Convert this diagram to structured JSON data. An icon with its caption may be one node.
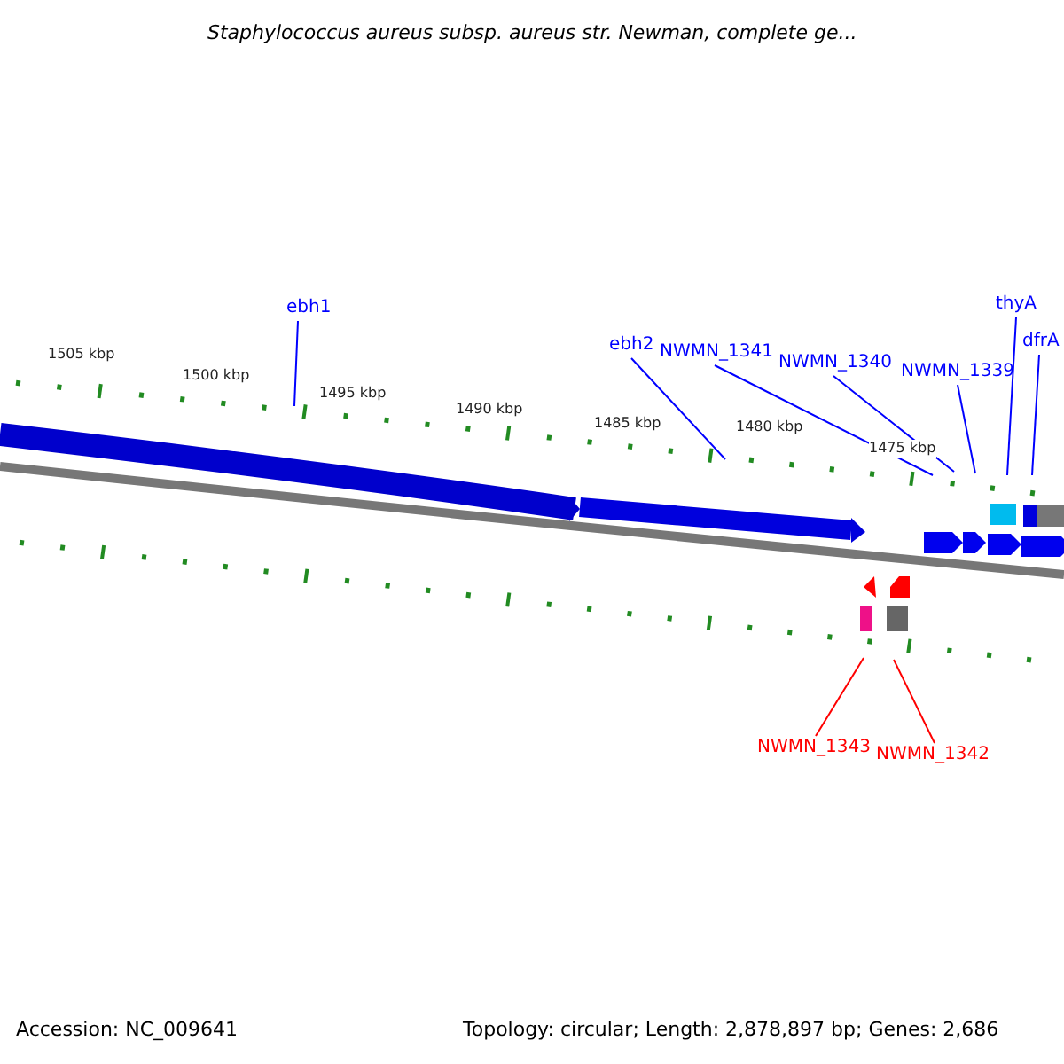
{
  "diagram": {
    "title": "Staphylococcus aureus subsp. aureus str. Newman, complete ge...",
    "nodes": [
      {
        "text": [
          "ebh1"
        ]
      },
      {
        "text": [
          "ebh2"
        ]
      },
      {
        "text": [
          "NWMN_1341"
        ]
      },
      {
        "text": [
          "NWMN_1340"
        ]
      },
      {
        "text": [
          "NWMN_1339"
        ]
      },
      {
        "text": [
          "thyA"
        ]
      },
      {
        "text": [
          "dfrA"
        ]
      },
      {
        "text": [
          "NWMN_1343"
        ]
      },
      {
        "text": [
          "NWMN_1342"
        ]
      }
    ],
    "edges": [
      {
        "from": 0,
        "to": null,
        "arrow": "none"
      },
      {
        "from": 1,
        "to": null,
        "arrow": "none"
      },
      {
        "from": 2,
        "to": null,
        "arrow": "none"
      },
      {
        "from": 3,
        "to": null,
        "arrow": "none"
      },
      {
        "from": 4,
        "to": null,
        "arrow": "none"
      },
      {
        "from": 5,
        "to": null,
        "arrow": "none"
      },
      {
        "from": 6,
        "to": null,
        "arrow": "none"
      },
      {
        "from": 7,
        "to": null,
        "arrow": "none",
        "color": "#ff0000"
      },
      {
        "from": 8,
        "to": null,
        "arrow": "none",
        "color": "#ff0000"
      }
    ],
    "labels": [
      "1505 kbp",
      "1500 kbp",
      "1495 kbp",
      "1490 kbp",
      "1485 kbp",
      "1480 kbp",
      "1475 kbp",
      "Accession: NC_009641",
      "Topology: circular; Length: 2,878,897 bp; Genes: 2,686"
    ]
  }
}
